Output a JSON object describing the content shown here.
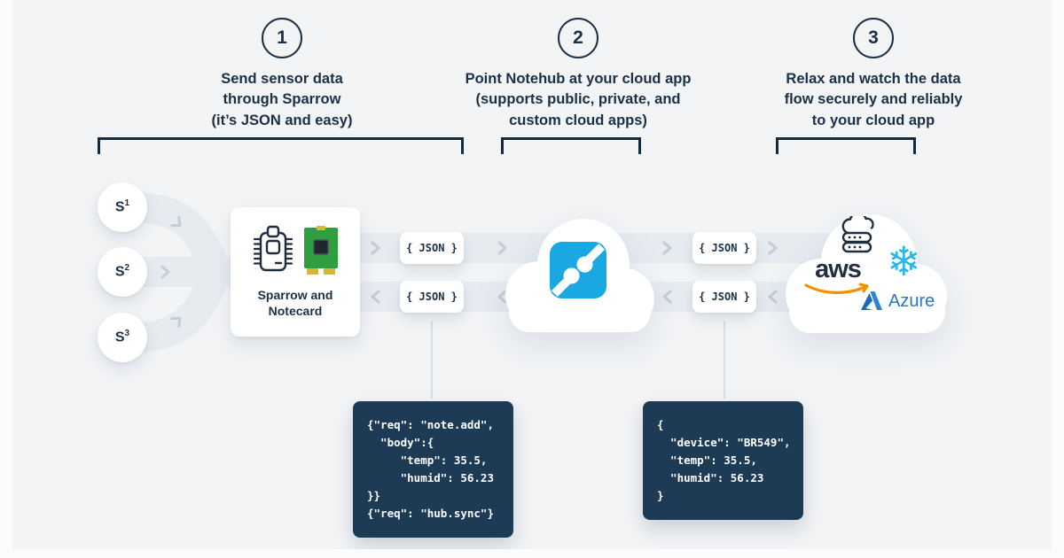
{
  "steps": [
    {
      "number": "1",
      "description": "Send sensor data\nthrough Sparrow\n(it’s JSON and easy)"
    },
    {
      "number": "2",
      "description": "Point Notehub at your cloud app\n(supports public, private, and\ncustom cloud apps)"
    },
    {
      "number": "3",
      "description": "Relax and watch the data\nflow securely and reliably\nto your cloud app"
    }
  ],
  "sensors": [
    {
      "base": "S",
      "sup": "1"
    },
    {
      "base": "S",
      "sup": "2"
    },
    {
      "base": "S",
      "sup": "3"
    }
  ],
  "device_box": {
    "label": "Sparrow and\nNotecard"
  },
  "flow": {
    "json_label": "{ JSON }"
  },
  "providers": {
    "aws_label": "aws",
    "azure_label": "Azure"
  },
  "icons": {
    "snowflake_glyph": "❄"
  },
  "code_blocks": [
    {
      "code": "{\"req\": \"note.add\",\n  \"body\":{\n     \"temp\": 35.5,\n     \"humid\": 56.23\n}}\n{\"req\": \"hub.sync\"}"
    },
    {
      "code": "{\n  \"device\": \"BR549\",\n  \"temp\": 35.5,\n  \"humid\": 56.23\n}"
    }
  ],
  "theme": {
    "navy": "#1b3047",
    "band": "#e6ebf0",
    "bg": "#f2f4f6",
    "codebg": "#1e3b55",
    "blue": "#19a8e2",
    "aws_orange": "#f29100",
    "azure_blue": "#2e74c0",
    "snowflake_blue": "#2bb5e8",
    "pcb_green": "#2f9e41",
    "pcb_gold": "#d9b53a"
  }
}
